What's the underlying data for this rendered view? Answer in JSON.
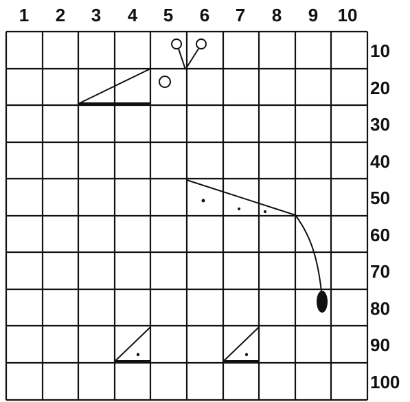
{
  "columns": [
    "1",
    "2",
    "3",
    "4",
    "5",
    "6",
    "7",
    "8",
    "9",
    "10"
  ],
  "rows": [
    "10",
    "20",
    "30",
    "40",
    "50",
    "60",
    "70",
    "80",
    "90",
    "100"
  ],
  "colors": {
    "ink": "#111111",
    "paper": "#ffffff"
  },
  "shapes": [
    "two-circle-stalks",
    "small-circle",
    "long-wedge-triangle",
    "curved-line-with-oval-end",
    "small-right-triangle-left",
    "small-right-triangle-right"
  ]
}
